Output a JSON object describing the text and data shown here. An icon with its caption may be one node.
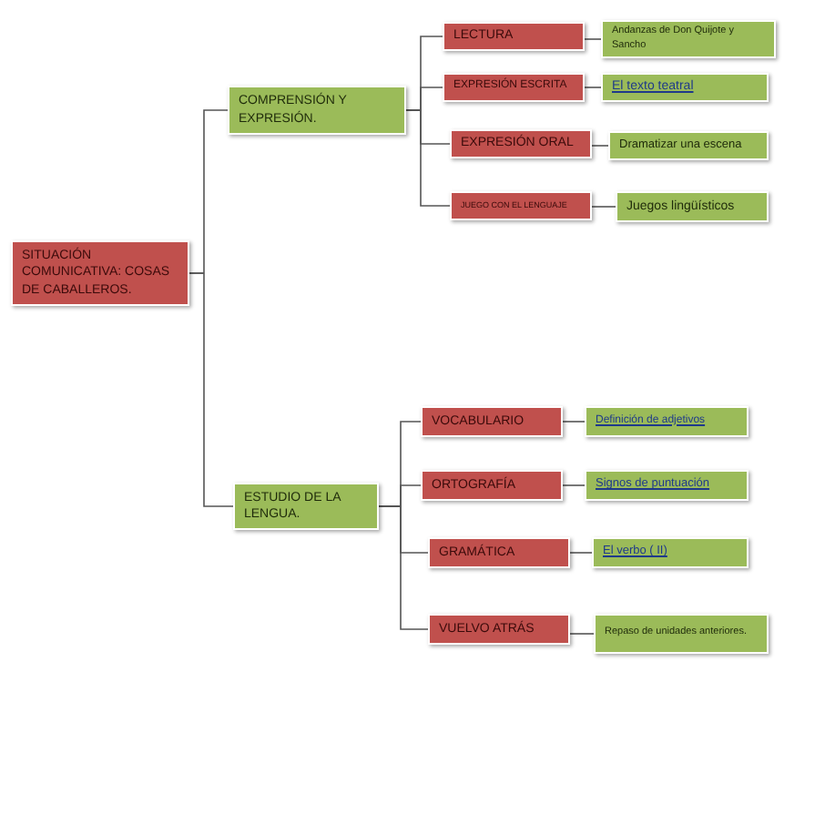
{
  "diagram": {
    "nodes": [
      {
        "text": [
          "SITUACIÓN COMUNICATIVA: COSAS DE CABALLEROS."
        ]
      },
      {
        "text": [
          "COMPRENSIÓN Y EXPRESIÓN."
        ]
      },
      {
        "text": [
          "LECTURA"
        ]
      },
      {
        "text": [
          "Andanzas de Don Quijote y Sancho"
        ]
      },
      {
        "text": [
          "EXPRESIÓN ESCRITA"
        ]
      },
      {
        "text": [
          "El texto teatral"
        ]
      },
      {
        "text": [
          "EXPRESIÓN ORAL"
        ]
      },
      {
        "text": [
          "Dramatizar una escena"
        ]
      },
      {
        "text": [
          "JUEGO CON EL LENGUAJE"
        ]
      },
      {
        "text": [
          "Juegos lingüísticos"
        ]
      },
      {
        "text": [
          "ESTUDIO DE LA LENGUA."
        ]
      },
      {
        "text": [
          "VOCABULARIO"
        ]
      },
      {
        "text": [
          "Definición de adjetivos"
        ]
      },
      {
        "text": [
          "ORTOGRAFÍA"
        ]
      },
      {
        "text": [
          "Signos de puntuación"
        ]
      },
      {
        "text": [
          "GRAMÁTICA"
        ]
      },
      {
        "text": [
          "El verbo ( II)"
        ]
      },
      {
        "text": [
          "VUELVO ATRÁS"
        ]
      },
      {
        "text": [
          "Repaso de unidades anteriores."
        ]
      }
    ],
    "edges": [
      {
        "from": 0,
        "to": 1,
        "arrow": "none"
      },
      {
        "from": 0,
        "to": 10,
        "arrow": "none"
      },
      {
        "from": 1,
        "to": 2,
        "arrow": "none"
      },
      {
        "from": 1,
        "to": 4,
        "arrow": "none"
      },
      {
        "from": 1,
        "to": 6,
        "arrow": "none"
      },
      {
        "from": 1,
        "to": 8,
        "arrow": "none"
      },
      {
        "from": 2,
        "to": 3,
        "arrow": "none"
      },
      {
        "from": 4,
        "to": 5,
        "arrow": "none"
      },
      {
        "from": 6,
        "to": 7,
        "arrow": "none"
      },
      {
        "from": 8,
        "to": 9,
        "arrow": "none"
      },
      {
        "from": 10,
        "to": 11,
        "arrow": "none"
      },
      {
        "from": 10,
        "to": 13,
        "arrow": "none"
      },
      {
        "from": 10,
        "to": 15,
        "arrow": "none"
      },
      {
        "from": 10,
        "to": 17,
        "arrow": "none"
      },
      {
        "from": 11,
        "to": 12,
        "arrow": "none"
      },
      {
        "from": 13,
        "to": 14,
        "arrow": "none"
      },
      {
        "from": 15,
        "to": 16,
        "arrow": "none"
      },
      {
        "from": 17,
        "to": 18,
        "arrow": "none"
      }
    ]
  }
}
